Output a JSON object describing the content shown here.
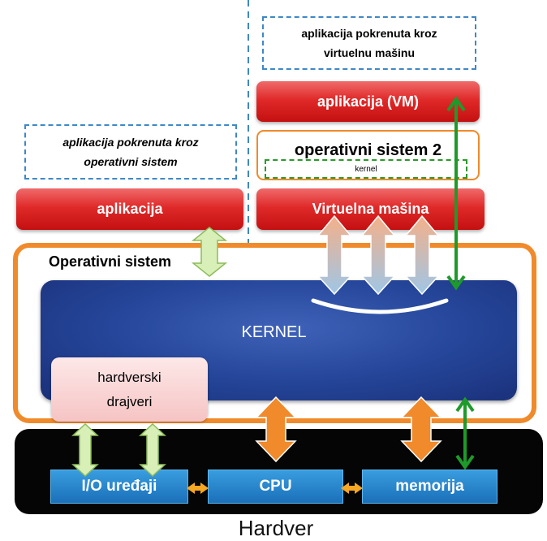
{
  "labels": {
    "note_vm": "aplikacija pokrenuta kroz virtuelnu mašinu",
    "note_os": "aplikacija pokrenuta kroz operativni sistem",
    "app_vm": "aplikacija (VM)",
    "os2": "operativni sistem 2",
    "kernel_small": "kernel",
    "app": "aplikacija",
    "vm": "Virtuelna mašina",
    "os": "Operativni sistem",
    "kernel": "KERNEL",
    "drivers": "hardverski drajveri",
    "io": "I/O uređaji",
    "cpu": "CPU",
    "memory": "memorija",
    "hardware": "Hardver"
  },
  "colors": {
    "orange": "#f08a2a",
    "green": "#1e9a2a",
    "light_green": "#d8efb8",
    "red": "#e02a2a",
    "kernel_blue": "#1a3a8c",
    "hardware_black": "#050505",
    "hw_blue": "#1a6fb8",
    "dashed_blue": "#3f88c5"
  }
}
